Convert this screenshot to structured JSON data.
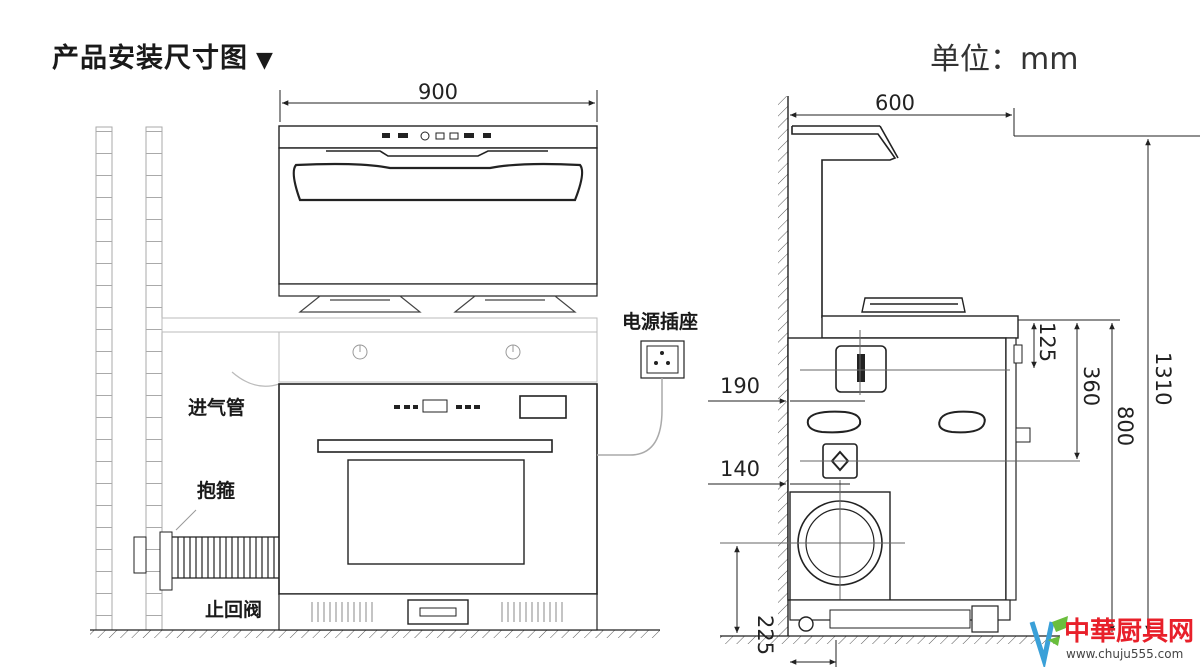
{
  "header": {
    "title": "产品安装尺寸图",
    "title_marker": "▼",
    "unit": "单位：mm"
  },
  "front_view": {
    "width_dim": "900",
    "labels": {
      "socket": "电源插座",
      "gas_pipe": "进气管",
      "clamp": "抱箍",
      "check_valve": "止回阀"
    }
  },
  "side_view": {
    "dims": {
      "depth": "600",
      "d190": "190",
      "d140": "140",
      "d225": "225",
      "d125": "125",
      "d360": "360",
      "d800": "800",
      "d1310": "1310"
    }
  },
  "watermark": {
    "name": "中華厨具网",
    "url": "www.chuju555.com",
    "logo_icon": "vf-leaf-logo-icon"
  },
  "colors": {
    "line": "#222222",
    "light": "#9a9a9a",
    "accent": "#e8202a"
  }
}
